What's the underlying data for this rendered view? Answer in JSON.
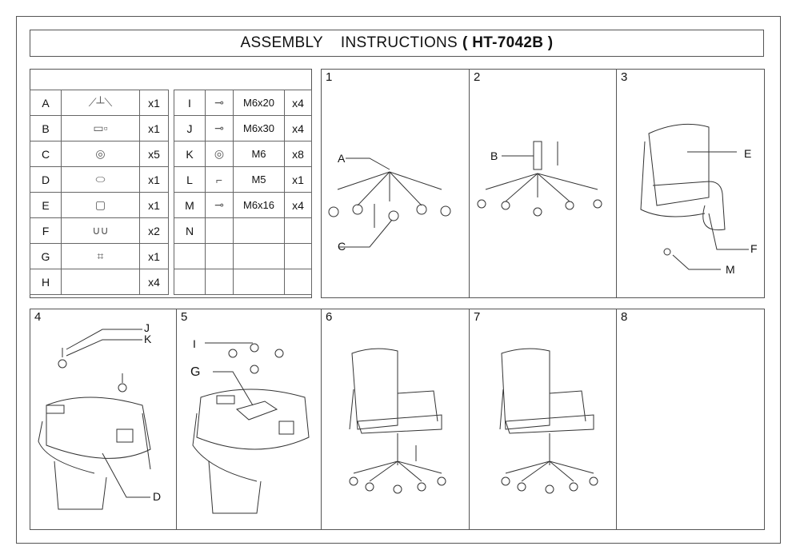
{
  "title": {
    "main": "ASSEMBLY    INSTRUCTIONS",
    "model": "( HT-7042B )"
  },
  "parts_left": [
    {
      "letter": "A",
      "icon": "base-icon",
      "qty": "x1"
    },
    {
      "letter": "B",
      "icon": "gas-lift-icon",
      "qty": "x1"
    },
    {
      "letter": "C",
      "icon": "caster-icon",
      "qty": "x5"
    },
    {
      "letter": "D",
      "icon": "seat-icon",
      "qty": "x1"
    },
    {
      "letter": "E",
      "icon": "backrest-icon",
      "qty": "x1"
    },
    {
      "letter": "F",
      "icon": "armrest-icon",
      "qty": "x2"
    },
    {
      "letter": "G",
      "icon": "mechanism-icon",
      "qty": "x1"
    },
    {
      "letter": "H",
      "icon": "",
      "qty": "x4"
    }
  ],
  "parts_right": [
    {
      "letter": "I",
      "icon": "bolt-icon",
      "size": "M6x20",
      "qty": "x4"
    },
    {
      "letter": "J",
      "icon": "bolt-icon",
      "size": "M6x30",
      "qty": "x4"
    },
    {
      "letter": "K",
      "icon": "washer-icon",
      "size": "M6",
      "qty": "x8"
    },
    {
      "letter": "L",
      "icon": "allen-key-icon",
      "size": "M5",
      "qty": "x1"
    },
    {
      "letter": "M",
      "icon": "bolt-icon",
      "size": "M6x16",
      "qty": "x4"
    },
    {
      "letter": "N",
      "icon": "",
      "size": "",
      "qty": ""
    },
    {
      "letter": "",
      "icon": "",
      "size": "",
      "qty": ""
    },
    {
      "letter": "",
      "icon": "",
      "size": "",
      "qty": ""
    }
  ],
  "steps": [
    {
      "num": "1",
      "labels": [
        "A",
        "C"
      ]
    },
    {
      "num": "2",
      "labels": [
        "B"
      ]
    },
    {
      "num": "3",
      "labels": [
        "E",
        "F",
        "M"
      ]
    },
    {
      "num": "4",
      "labels": [
        "J",
        "K",
        "D"
      ]
    },
    {
      "num": "5",
      "labels": [
        "I",
        "G"
      ]
    },
    {
      "num": "6",
      "labels": []
    },
    {
      "num": "7",
      "labels": []
    },
    {
      "num": "8",
      "labels": []
    }
  ]
}
